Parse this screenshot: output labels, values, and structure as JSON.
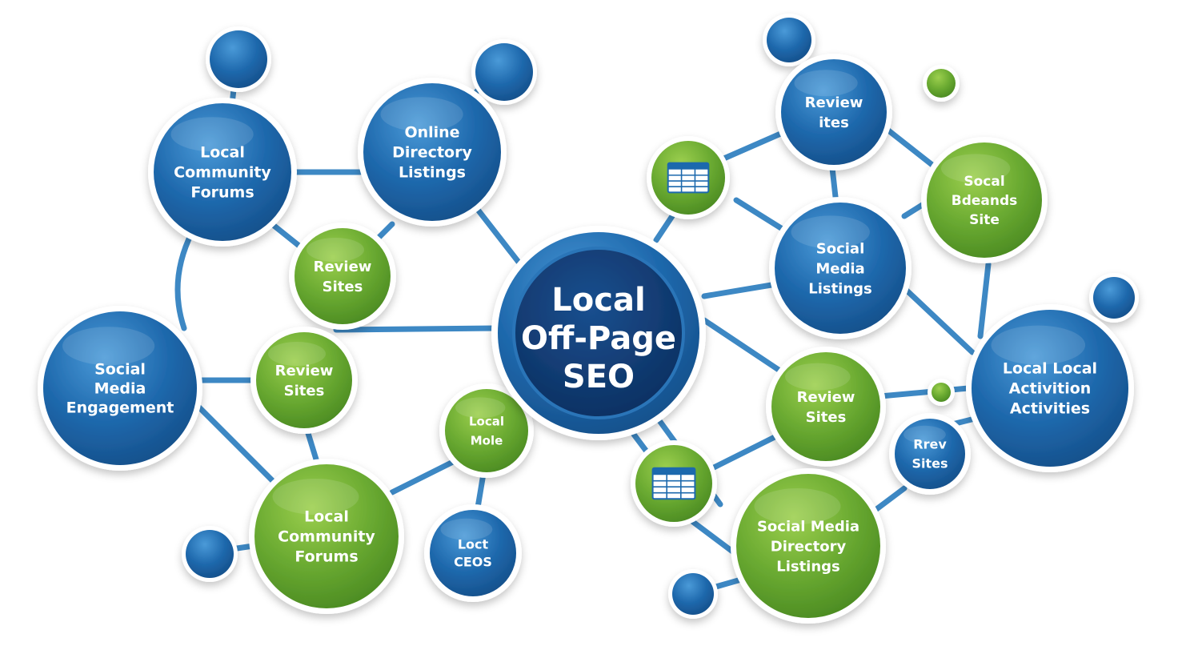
{
  "colors": {
    "blue": "#1f69ad",
    "blue_light": "#3f8fd0",
    "blue_dark": "#164f89",
    "green": "#5c9e2b",
    "green_light": "#8cc63f",
    "navy": "#10396f",
    "link": "#3d88c4",
    "halo": "#ffffff"
  },
  "center": {
    "lines": [
      "Local",
      "Off-Page",
      "SEO"
    ]
  },
  "nodes": [
    {
      "id": "local-community-forums-blue",
      "color": "blue",
      "lines": [
        "Local",
        "Community",
        "Forums"
      ]
    },
    {
      "id": "online-directory-listings",
      "color": "blue",
      "lines": [
        "Online",
        "Directory",
        "Listings"
      ]
    },
    {
      "id": "review-ites",
      "color": "blue",
      "lines": [
        "Review",
        "ites"
      ]
    },
    {
      "id": "social-bdeands-site",
      "color": "green",
      "lines": [
        "Socal",
        "Bdeands",
        "Site"
      ]
    },
    {
      "id": "social-media-listings",
      "color": "blue",
      "lines": [
        "Social",
        "Media",
        "Listings"
      ]
    },
    {
      "id": "local-local-activities",
      "color": "blue",
      "lines": [
        "Local Local",
        "Activition",
        "Activities"
      ]
    },
    {
      "id": "review-sites-upper",
      "color": "green",
      "lines": [
        "Review",
        "Sites"
      ]
    },
    {
      "id": "social-media-engagement",
      "color": "blue",
      "lines": [
        "Social",
        "Media",
        "Engagement"
      ]
    },
    {
      "id": "review-sites-middle",
      "color": "green",
      "lines": [
        "Review",
        "Sites"
      ]
    },
    {
      "id": "local-mole",
      "color": "green",
      "lines": [
        "Local",
        "Mole"
      ]
    },
    {
      "id": "local-community-forums-green",
      "color": "green",
      "lines": [
        "Local",
        "Community",
        "Forums"
      ]
    },
    {
      "id": "loct-ceos",
      "color": "blue",
      "lines": [
        "Loct",
        "CEOS"
      ]
    },
    {
      "id": "review-sites-right",
      "color": "green",
      "lines": [
        "Review",
        "Sites"
      ]
    },
    {
      "id": "rrev-sites",
      "color": "blue",
      "lines": [
        "Rrev",
        "Sites"
      ]
    },
    {
      "id": "social-media-directory-listings",
      "color": "green",
      "lines": [
        "Social Media",
        "Directory",
        "Listings"
      ]
    }
  ],
  "icon_nodes": [
    {
      "id": "table-icon-node-upper",
      "color": "green",
      "icon": "table-icon"
    },
    {
      "id": "table-icon-node-lower",
      "color": "green",
      "icon": "table-icon"
    }
  ],
  "dot_nodes": [
    {
      "id": "dot-top-left",
      "color": "blue"
    },
    {
      "id": "dot-top-center",
      "color": "blue"
    },
    {
      "id": "dot-top-right",
      "color": "blue"
    },
    {
      "id": "dot-top-right-green",
      "color": "green"
    },
    {
      "id": "dot-right",
      "color": "blue"
    },
    {
      "id": "dot-bottom-left",
      "color": "blue"
    },
    {
      "id": "dot-bottom-center",
      "color": "blue"
    },
    {
      "id": "dot-right-link-green",
      "color": "green"
    }
  ]
}
